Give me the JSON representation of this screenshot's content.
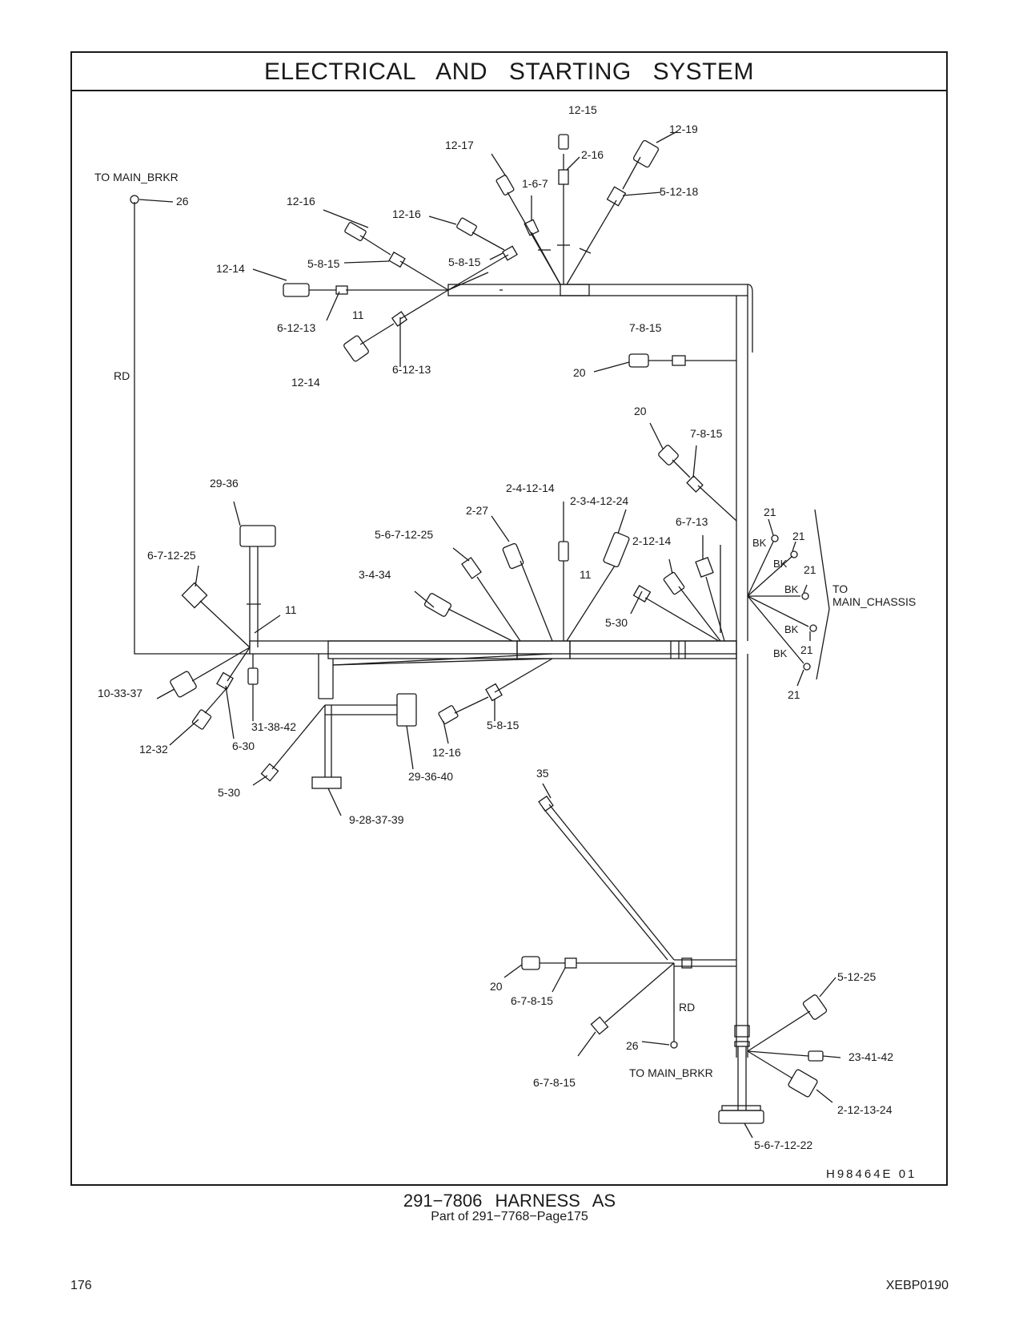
{
  "header": {
    "title": "ELECTRICAL AND STARTING SYSTEM"
  },
  "footer": {
    "part_title": "291−7806 HARNESS AS",
    "subtitle": "Part of 291−7768−Page175",
    "page_number": "176",
    "doc_code": "XEBP0190"
  },
  "diagram": {
    "drawing_id": "H98464E 01",
    "destination_labels": {
      "main_brkr_top": "TO MAIN_BRKR",
      "main_brkr_bottom": "TO MAIN_BRKR",
      "main_chassis_to": "TO",
      "main_chassis": "MAIN_CHASSIS"
    },
    "wire_colors": {
      "rd_left": "RD",
      "rd_bottom": "RD",
      "bk1": "BK",
      "bk2": "BK",
      "bk3": "BK",
      "bk4": "BK",
      "bk5": "BK"
    },
    "callouts": {
      "c_12_15": "12-15",
      "c_12_19": "12-19",
      "c_12_17": "12-17",
      "c_2_16": "2-16",
      "c_1_6_7": "1-6-7",
      "c_5_12_18": "5-12-18",
      "c_26_top": "26",
      "c_12_16_a": "12-16",
      "c_12_16_b": "12-16",
      "c_12_14_a": "12-14",
      "c_5_8_15_a": "5-8-15",
      "c_5_8_15_b": "5-8-15",
      "c_11_a": "11",
      "c_6_12_13_a": "6-12-13",
      "c_6_12_13_b": "6-12-13",
      "c_12_14_b": "12-14",
      "c_7_8_15_a": "7-8-15",
      "c_20_a": "20",
      "c_20_b": "20",
      "c_7_8_15_b": "7-8-15",
      "c_29_36": "29-36",
      "c_2_4_12_14": "2-4-12-14",
      "c_2_3_4_12_24": "2-3-4-12-24",
      "c_2_27": "2-27",
      "c_5_6_7_12_25": "5-6-7-12-25",
      "c_6_7_13": "6-7-13",
      "c_2_12_14": "2-12-14",
      "c_6_7_12_25": "6-7-12-25",
      "c_3_4_34": "3-4-34",
      "c_11_b": "11",
      "c_11_c": "11",
      "c_5_30_a": "5-30",
      "c_21_a": "21",
      "c_21_b": "21",
      "c_21_c": "21",
      "c_21_d": "21",
      "c_21_e": "21",
      "c_10_33_37": "10-33-37",
      "c_31_38_42": "31-38-42",
      "c_12_32": "12-32",
      "c_6_30": "6-30",
      "c_12_16_c": "12-16",
      "c_5_8_15_c": "5-8-15",
      "c_29_36_40": "29-36-40",
      "c_5_30_b": "5-30",
      "c_9_28_37_39": "9-28-37-39",
      "c_35": "35",
      "c_20_c": "20",
      "c_6_7_8_15_a": "6-7-8-15",
      "c_rd": "RD",
      "c_5_12_25": "5-12-25",
      "c_26_bottom": "26",
      "c_23_41_42": "23-41-42",
      "c_6_7_8_15_b": "6-7-8-15",
      "c_2_12_13_24": "2-12-13-24",
      "c_5_6_7_12_22": "5-6-7-12-22"
    }
  }
}
